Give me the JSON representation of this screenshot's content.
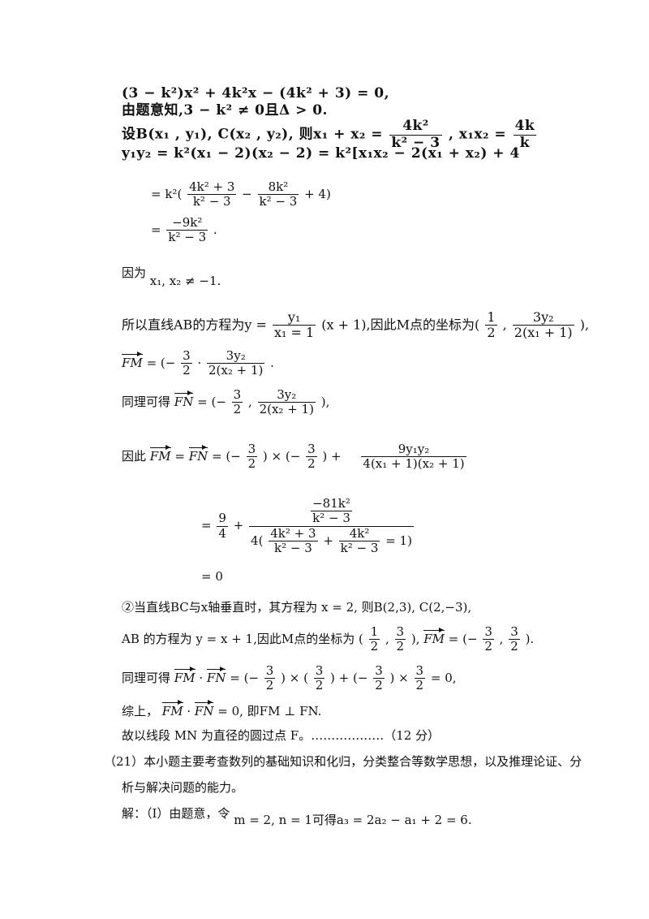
{
  "lines": {
    "l1": "(3 − k²)x² + 4k²x − (4k² + 3) = 0,",
    "l2": "由题意知,3 − k² ≠ 0且Δ > 0.",
    "l3_prefix": "设B(x₁ , y₁), C(x₂ , y₂), 则x₁ + x₂ =",
    "l3_frac_num": "4k²",
    "l3_frac_den": "k² − 3",
    "l3_suffix": ", x₁x₂ =",
    "l3_cut": "4k",
    "l3_cut_den": "k",
    "l4": "y₁y₂ = k²(x₁ − 2)(x₂ − 2) = k²[x₁x₂ − 2(x₁ + x₂) + 4",
    "l5_prefix": "= k²(",
    "l5_f1_num": "4k² + 3",
    "l5_f1_den": "k² − 3",
    "l5_minus": "−",
    "l5_f2_num": "8k²",
    "l5_f2_den": "k² − 3",
    "l5_suffix": "+ 4)",
    "l6_prefix": "=",
    "l6_num": "−9k²",
    "l6_den": "k² − 3",
    "l6_suffix": ".",
    "l7_a": "因为",
    "l7_b": "x₁, x₂ ≠ −1.",
    "l8_a": "所以直线AB的方程为y =",
    "l8_f_num": "y₁",
    "l8_f_den": "x₁ = 1",
    "l8_b": "(x + 1),因此M点的坐标为(",
    "l8_f2_num": "1",
    "l8_f2_den": "2",
    "l8_c": ",",
    "l8_f3_num": "3y₂",
    "l8_f3_den": "2(x₁ + 1)",
    "l8_d": "),",
    "l9_vec": "FM",
    "l9_a": "= (−",
    "l9_f1_num": "3",
    "l9_f1_den": "2",
    "l9_b": "·",
    "l9_f2_num": "3y₂",
    "l9_f2_den": "2(x₂ + 1)",
    "l9_c": ".",
    "l10_a": "同理可得",
    "l10_vec": "FN",
    "l10_b": "= (−",
    "l10_f1_num": "3",
    "l10_f1_den": "2",
    "l10_c": ",",
    "l10_f2_num": "3y₂",
    "l10_f2_den": "2(x₂ + 1)",
    "l10_d": "),",
    "l11_a": "因此",
    "l11_vec1": "FM",
    "l11_eq": "=",
    "l11_vec2": "FN",
    "l11_b": "= (−",
    "l11_f1_num": "3",
    "l11_f1_den": "2",
    "l11_c": ") × (−",
    "l11_f2_num": "3",
    "l11_f2_den": "2",
    "l11_d": ") +",
    "l11_f3_num": "9y₁y₂",
    "l11_f3_den": "4(x₁ + 1)(x₂ + 1)",
    "l12_a": "=",
    "l12_f1_num": "9",
    "l12_f1_den": "4",
    "l12_plus": "+",
    "l12_big_num_num": "−81k²",
    "l12_big_num_den": "k² − 3",
    "l12_big_den_a": "4(",
    "l12_big_den_f1_num": "4k² + 3",
    "l12_big_den_f1_den": "k² − 3",
    "l12_big_den_plus": "+",
    "l12_big_den_f2_num": "4k²",
    "l12_big_den_f2_den": "k² − 3",
    "l12_big_den_b": "= 1)",
    "l13": "= 0",
    "l14": "②当直线BC与x轴垂直时，其方程为 x = 2, 则B(2,3), C(2,−3),",
    "l15_a": "AB 的方程为 y = x + 1,因此M点的坐标为 (",
    "l15_f1_num": "1",
    "l15_f1_den": "2",
    "l15_b": ",",
    "l15_f2_num": "3",
    "l15_f2_den": "2",
    "l15_c": "),",
    "l15_vec": "FM",
    "l15_d": "= (−",
    "l15_f3_num": "3",
    "l15_f3_den": "2",
    "l15_e": ",",
    "l15_f4_num": "3",
    "l15_f4_den": "2",
    "l15_g": ").",
    "l16_a": "同理可得",
    "l16_vec1": "FM",
    "l16_dot": "·",
    "l16_vec2": "FN",
    "l16_b": "= (−",
    "l16_f1_num": "3",
    "l16_f1_den": "2",
    "l16_c": ") × (",
    "l16_f2_num": "3",
    "l16_f2_den": "2",
    "l16_d": ") + (−",
    "l16_f3_num": "3",
    "l16_f3_den": "2",
    "l16_e": ") ×",
    "l16_f4_num": "3",
    "l16_f4_den": "2",
    "l16_g": "= 0,",
    "l17_a": "综上，",
    "l17_vec1": "FM",
    "l17_dot": "·",
    "l17_vec2": "FN",
    "l17_b": "= 0, 即FM ⊥ FN.",
    "l18": "故以线段 MN 为直径的圆过点 F。………………（12 分）",
    "l19": "（21）本小题主要考查数列的基础知识和化归，分类整合等数学思想，以及推理论证、分",
    "l20": "析与解决问题的能力。",
    "l21_a": "解：（Ⅰ）由题意，令",
    "l21_b": "m = 2, n = 1可得a₃ = 2a₂ − a₁ + 2 = 6."
  }
}
